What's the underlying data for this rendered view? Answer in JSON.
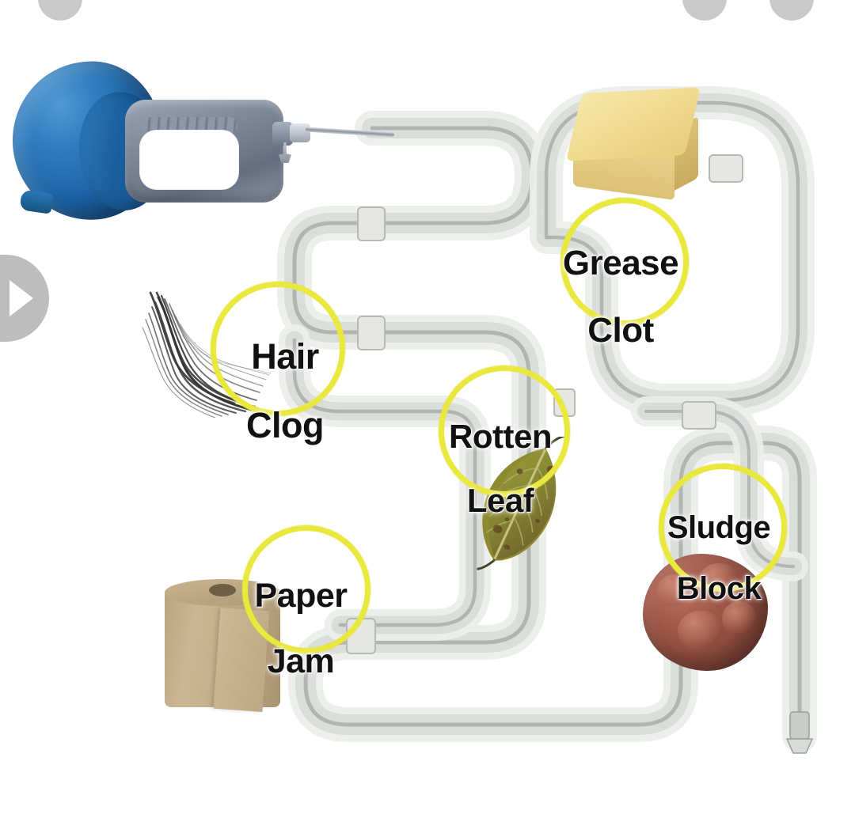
{
  "scene": {
    "title": "Drain auger pipe maze with five clog types",
    "background_color": "#ffffff",
    "ring_color": "#e9e83c",
    "pipe_color": "#cfd2d0",
    "label_color": "#111111"
  },
  "overlay": {
    "play_button": {
      "name": "play-button",
      "glyph": "play-triangle",
      "color": "#bdbdbd"
    },
    "top_dots": [
      {
        "name": "top-dot-1",
        "color": "#c9c9c9"
      },
      {
        "name": "top-dot-2",
        "color": "#c9c9c9"
      },
      {
        "name": "top-dot-3",
        "color": "#c9c9c9"
      }
    ]
  },
  "tool": {
    "name": "drain-auger",
    "drum_color": "#1d65a8",
    "handle_color": "#7e8899",
    "cable_color": "#b5bac1"
  },
  "clogs": [
    {
      "id": "hair-clog",
      "label": "Hair\nClog",
      "line1": "Hair",
      "line2": "Clog",
      "object": "hair-clump",
      "object_color": "#1a1a1a"
    },
    {
      "id": "grease-clot",
      "label": "Grease\nClot",
      "line1": "Grease",
      "line2": "Clot",
      "object": "butter-block",
      "object_color": "#ecd691"
    },
    {
      "id": "rotten-leaf",
      "label": "Rotten\nLeaf",
      "line1": "Rotten",
      "line2": "Leaf",
      "object": "dead-leaf",
      "object_color": "#8f8a2e"
    },
    {
      "id": "paper-jam",
      "label": "Paper\nJam",
      "line1": "Paper",
      "line2": "Jam",
      "object": "paper-roll",
      "object_color": "#c2ad88"
    },
    {
      "id": "sludge-block",
      "label": "Sludge\nBlock",
      "line1": "Sludge",
      "line2": "Block",
      "object": "sludge-rock",
      "object_color": "#8c4b3d"
    }
  ]
}
